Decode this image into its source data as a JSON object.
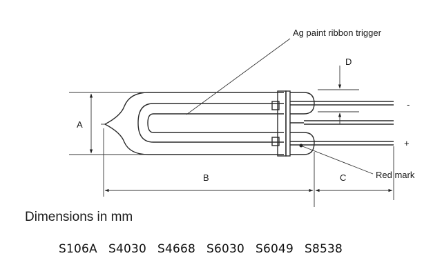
{
  "diagram": {
    "callouts": {
      "trigger": "Ag paint ribbon trigger",
      "red_mark": "Red mark"
    },
    "dimensions": {
      "a": "A",
      "b": "B",
      "c": "C",
      "d": "D"
    },
    "polarity": {
      "negative": "-",
      "positive": "+"
    },
    "caption": "Dimensions in mm",
    "part_numbers": [
      "S106A",
      "S4030",
      "S4668",
      "S6030",
      "S6049",
      "S8538"
    ]
  }
}
